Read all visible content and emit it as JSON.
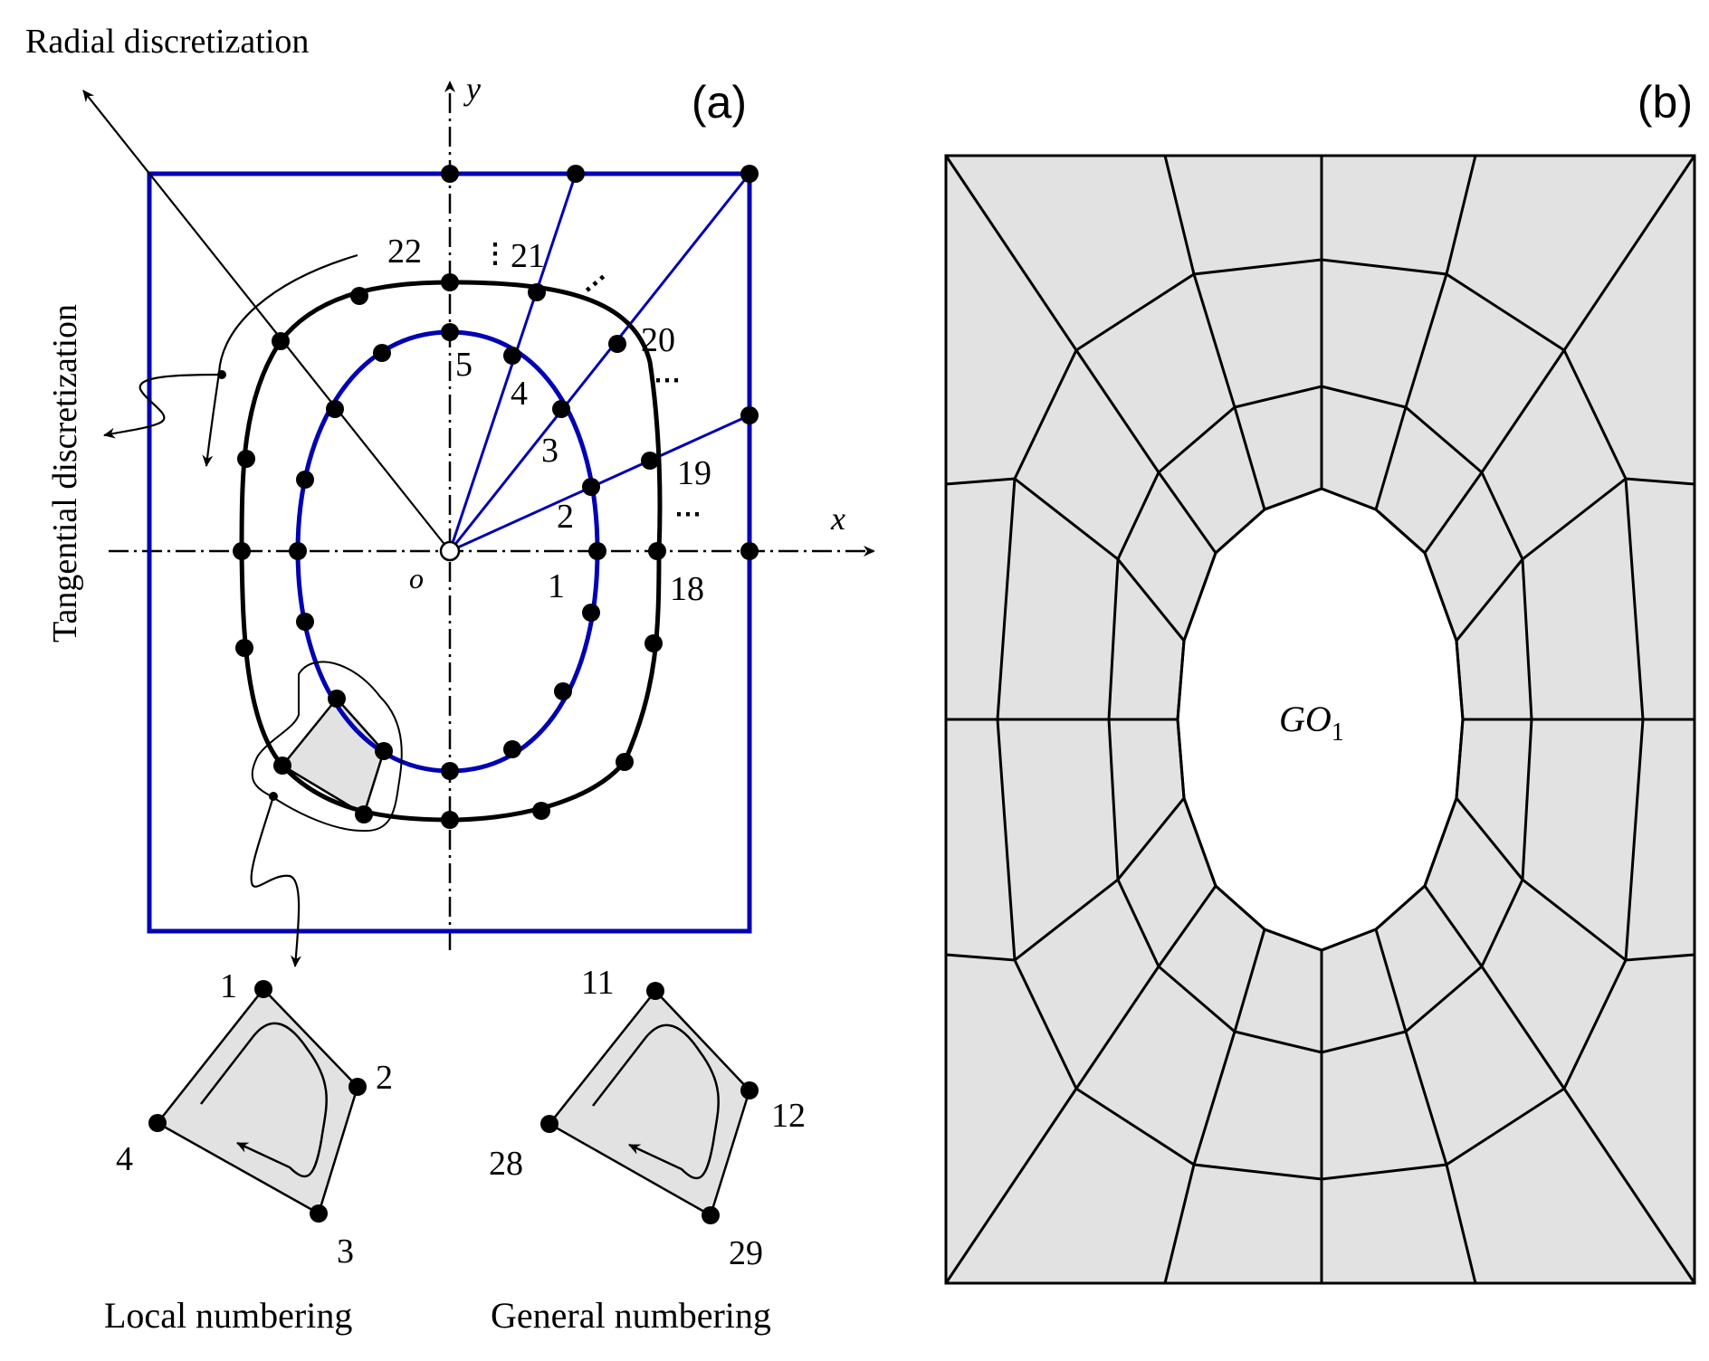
{
  "panel_a": {
    "panel_label": "(a)",
    "radial_label": "Radial discretization",
    "tangential_label": "Tangential discretization",
    "axis_x": "x",
    "axis_y": "y",
    "origin": "o",
    "node_labels": {
      "n1": "1",
      "n2": "2",
      "n3": "3",
      "n4": "4",
      "n5": "5",
      "n18": "18",
      "n19": "19",
      "n20": "20",
      "n21": "21",
      "n22": "22"
    },
    "ellipsis": "⋯",
    "vellipsis": "⋮",
    "colors": {
      "blue": "#0000b4",
      "black": "#000000",
      "fill": "#e2e2e2"
    },
    "local_numbering": {
      "caption": "Local numbering",
      "nodes": [
        "1",
        "2",
        "3",
        "4"
      ]
    },
    "general_numbering": {
      "caption": "General numbering",
      "nodes": [
        "11",
        "12",
        "29",
        "28"
      ]
    }
  },
  "panel_b": {
    "panel_label": "(b)",
    "hole_label": "GO",
    "hole_subscript": "1",
    "colors": {
      "fill": "#e2e2e2",
      "line": "#000000"
    }
  }
}
